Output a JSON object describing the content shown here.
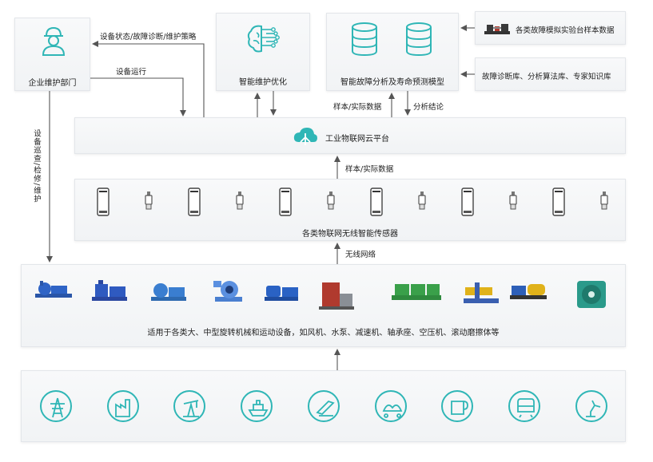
{
  "nodes": {
    "maintenance": "企业维护部门",
    "optimization": "智能维护优化",
    "analysis": "智能故障分析及寿命预测模型",
    "sample_data": "各类故障模拟实验台样本数据",
    "knowledge": "故障诊断库、分析算法库、专家知识库",
    "cloud": "工业物联网云平台",
    "sensors": "各类物联网无线智能传感器",
    "equipment": "适用于各类大、中型旋转机械和运动设备，如风机、水泵、减速机、轴承座、空压机、滚动磨擦体等"
  },
  "flows": {
    "status_strategy": "设备状态/故障诊断/维护策略",
    "operation": "设备运行",
    "patrol": "设备巡查/检修/维护",
    "samples_up": "样本/实际数据",
    "conclusion": "分析结论",
    "samples_sensor": "样本/实际数据",
    "wireless": "无线网络"
  },
  "colors": {
    "accent": "#2fb6b6",
    "arrow": "#555555",
    "panel": "#f3f4f6"
  },
  "industry_icons": [
    "power-tower-icon",
    "factory-icon",
    "oil-pump-icon",
    "ship-icon",
    "steel-icon",
    "mining-icon",
    "paper-roll-icon",
    "train-icon",
    "robot-arm-icon"
  ]
}
